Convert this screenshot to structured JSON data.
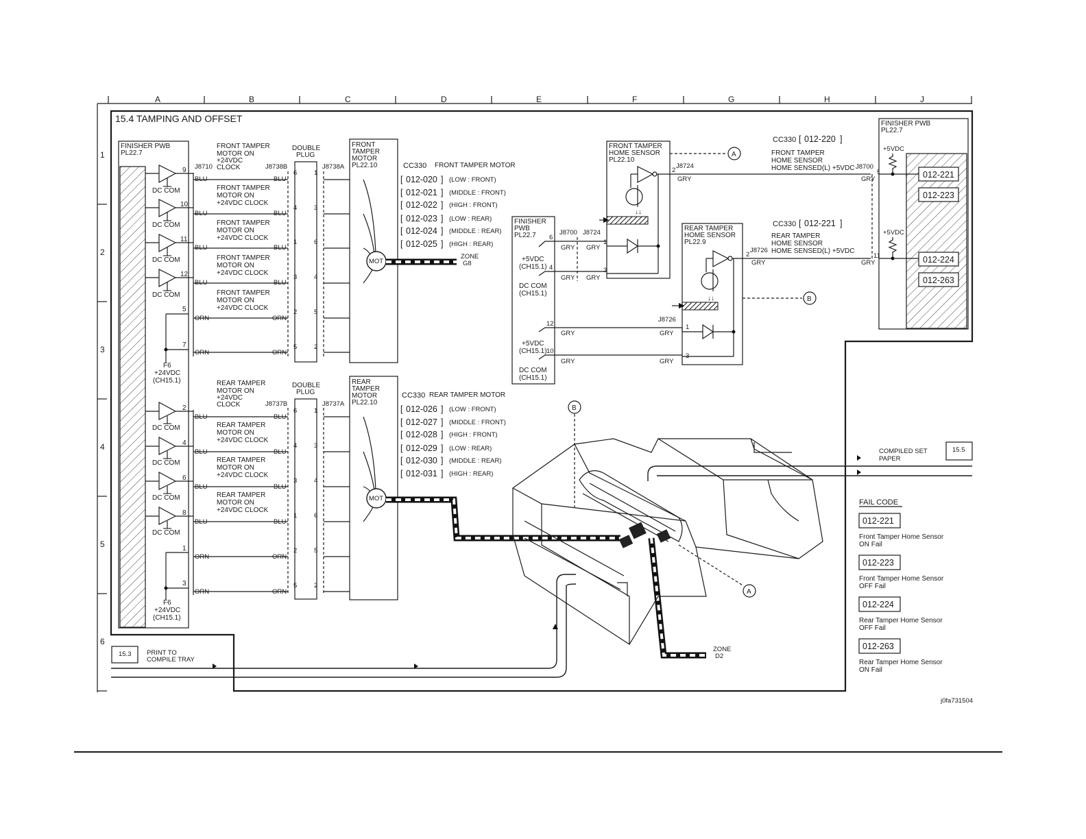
{
  "grid": {
    "columns": [
      "A",
      "B",
      "C",
      "D",
      "E",
      "F",
      "G",
      "H",
      "J"
    ],
    "rows": [
      "1",
      "2",
      "3",
      "4",
      "5",
      "6"
    ]
  },
  "title": "15.4 TAMPING AND OFFSET",
  "finisher_pwb_left": {
    "name": "FINISHER PWB",
    "pl": "PL22.7"
  },
  "finisher_pwb_mid": {
    "name": "FINISHER",
    "name2": "PWB",
    "pl": "PL22.7"
  },
  "finisher_pwb_right": {
    "name": "FINISHER PWB",
    "pl": "PL22.7"
  },
  "front_motor_group": {
    "signals": [
      {
        "l1": "FRONT TAMPER",
        "l2": "MOTOR ON",
        "l3": "+24VDC",
        "l4": "CLOCK",
        "pin": "9",
        "plugL": "6",
        "plugR": "1"
      },
      {
        "l1": "FRONT TAMPER",
        "l2": "MOTOR ON",
        "l3": "+24VDC CLOCK",
        "l4": "",
        "pin": "10",
        "plugL": "4",
        "plugR": "3"
      },
      {
        "l1": "FRONT TAMPER",
        "l2": "MOTOR ON",
        "l3": "+24VDC CLOCK",
        "l4": "",
        "pin": "11",
        "plugL": "1",
        "plugR": "6"
      },
      {
        "l1": "FRONT TAMPER",
        "l2": "MOTOR ON",
        "l3": "+24VDC CLOCK",
        "l4": "",
        "pin": "12",
        "plugL": "3",
        "plugR": "4"
      },
      {
        "l1": "FRONT TAMPER",
        "l2": "MOTOR ON",
        "l3": "+24VDC CLOCK",
        "l4": "",
        "pin": "",
        "plugL": "",
        "plugR": ""
      }
    ],
    "pwr_pins": [
      {
        "pin": "5",
        "plugL": "2",
        "plugR": "5"
      },
      {
        "pin": "7",
        "plugL": "5",
        "plugR": "2"
      }
    ],
    "conn_left": "J8710",
    "conn_plug": "J8738B",
    "conn_motor": "J8738A",
    "double_plug": "DOUBLE",
    "double_plug2": "PLUG",
    "motor_l1": "FRONT",
    "motor_l2": "TAMPER",
    "motor_l3": "MOTOR",
    "motor_pl": "PL22.10",
    "cc_title": "CC330",
    "cc_desc": "FRONT TAMPER MOTOR",
    "codes": [
      {
        "code": "012-020",
        "desc": "(LOW : FRONT)"
      },
      {
        "code": "012-021",
        "desc": "(MIDDLE : FRONT)"
      },
      {
        "code": "012-022",
        "desc": "(HIGH : FRONT)"
      },
      {
        "code": "012-023",
        "desc": "(LOW : REAR)"
      },
      {
        "code": "012-024",
        "desc": "(MIDDLE : REAR)"
      },
      {
        "code": "012-025",
        "desc": "(HIGH : REAR)"
      }
    ],
    "zone": "ZONE",
    "zone2": "G8"
  },
  "rear_motor_group": {
    "signals": [
      {
        "l1": "REAR TAMPER",
        "l2": "MOTOR ON",
        "l3": "+24VDC",
        "l4": "CLOCK",
        "pin": "2",
        "plugL": "6",
        "plugR": "1"
      },
      {
        "l1": "REAR TAMPER",
        "l2": "MOTOR ON",
        "l3": "+24VDC CLOCK",
        "l4": "",
        "pin": "4",
        "plugL": "4",
        "plugR": "3"
      },
      {
        "l1": "REAR TAMPER",
        "l2": "MOTOR ON",
        "l3": "+24VDC CLOCK",
        "l4": "",
        "pin": "6",
        "plugL": "3",
        "plugR": "4"
      },
      {
        "l1": "REAR TAMPER",
        "l2": "MOTOR ON",
        "l3": "+24VDC CLOCK",
        "l4": "",
        "pin": "8",
        "plugL": "1",
        "plugR": "6"
      }
    ],
    "pwr_pins": [
      {
        "pin": "1",
        "plugL": "2",
        "plugR": "5"
      },
      {
        "pin": "3",
        "plugL": "5",
        "plugR": "2"
      }
    ],
    "conn_plug": "J8737B",
    "conn_motor": "J8737A",
    "double_plug": "DOUBLE",
    "double_plug2": "PLUG",
    "motor_l1": "REAR",
    "motor_l2": "TAMPER",
    "motor_l3": "MOTOR",
    "motor_pl": "PL22.10",
    "cc_title": "CC330",
    "cc_desc": "REAR TAMPER MOTOR",
    "codes": [
      {
        "code": "012-026",
        "desc": "(LOW : FRONT)"
      },
      {
        "code": "012-027",
        "desc": "(MIDDLE : FRONT)"
      },
      {
        "code": "012-028",
        "desc": "(HIGH : FRONT)"
      },
      {
        "code": "012-029",
        "desc": "(LOW : REAR)"
      },
      {
        "code": "012-030",
        "desc": "(MIDDLE : REAR)"
      },
      {
        "code": "012-031",
        "desc": "(HIGH : REAR)"
      }
    ],
    "zone": "ZONE",
    "zone2": "D2"
  },
  "labels": {
    "dc_com": "DC COM",
    "blu": "BLU",
    "orn": "ORN",
    "gry": "GRY",
    "mot": "MOT",
    "f6": "F6",
    "v24": "+24VDC",
    "ch151": "(CH15.1)",
    "v5": "+5VDC",
    "v5b": "+5VDC"
  },
  "front_sensor": {
    "l1": "FRONT TAMPER",
    "l2": "HOME SENSOR",
    "pl": "PL22.10",
    "conn": "J8724",
    "cc": "CC330",
    "code": "012-220",
    "s1": "FRONT TAMPER",
    "s2": "HOME SENSOR",
    "s3": "HOME SENSED(L) +5VDC",
    "conn_right": "J8700",
    "pin_right": "5",
    "pin_out": "2"
  },
  "rear_sensor": {
    "l1": "REAR TAMPER",
    "l2": "HOME SENSOR",
    "pl": "PL22.9",
    "conn": "J8726",
    "conn2": "J8726",
    "cc": "CC330",
    "code": "012-221",
    "s1": "REAR TAMPER",
    "s2": "HOME SENSOR",
    "s3": "HOME SENSED(L) +5VDC",
    "pin_right": "11",
    "pin_out": "2"
  },
  "mid_pwb": {
    "conn1": "J8700",
    "conn2": "J8724",
    "pins": [
      "6",
      "4",
      "12",
      "10"
    ],
    "ch": "(CH15.1)"
  },
  "right_codes": [
    "012-221",
    "012-223",
    "012-224",
    "012-263"
  ],
  "refs": {
    "a": "A",
    "b": "B"
  },
  "paper": {
    "compiled": "COMPILED SET",
    "compiled2": "PAPER",
    "compiled_ref": "15.5",
    "print_ref": "15.3",
    "print1": "PRINT TO",
    "print2": "COMPILE TRAY"
  },
  "fail_code": {
    "heading": "FAIL CODE",
    "items": [
      {
        "code": "012-221",
        "l1": "Front Tamper Home Sensor",
        "l2": "ON Fail"
      },
      {
        "code": "012-223",
        "l1": "Front Tamper Home Sensor",
        "l2": "OFF Fail"
      },
      {
        "code": "012-224",
        "l1": "Rear Tamper Home Sensor",
        "l2": "OFF Fail"
      },
      {
        "code": "012-263",
        "l1": "Rear Tamper Home Sensor",
        "l2": "ON Fail"
      }
    ]
  },
  "figure_id": "j0fa731504"
}
